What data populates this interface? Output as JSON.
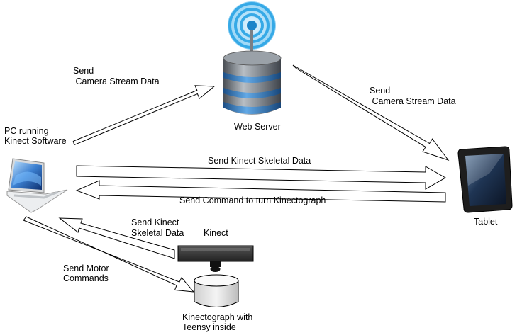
{
  "nodes": {
    "web_server": "Web Server",
    "pc_line1": "PC running",
    "pc_line2": "Kinect Software",
    "tablet": "Tablet",
    "kinect": "Kinect",
    "kinectograph_line1": "Kinectograph with",
    "kinectograph_line2": "Teensy inside"
  },
  "edges": {
    "pc_to_server_line1": "Send",
    "pc_to_server_line2": " Camera Stream Data",
    "server_to_tablet_line1": "Send",
    "server_to_tablet_line2": " Camera Stream Data",
    "skeletal_to_tablet": "Send Kinect Skeletal Data",
    "command_from_tablet": "Send Command to turn Kinectograph",
    "kinect_to_pc_line1": "Send Kinect",
    "kinect_to_pc_line2": "Skeletal Data",
    "motor_line1": "Send Motor",
    "motor_line2": "Commands"
  },
  "icons": [
    "server-icon",
    "wifi-icon",
    "laptop-icon",
    "tablet-icon",
    "kinect-sensor-icon",
    "kinectograph-icon"
  ]
}
